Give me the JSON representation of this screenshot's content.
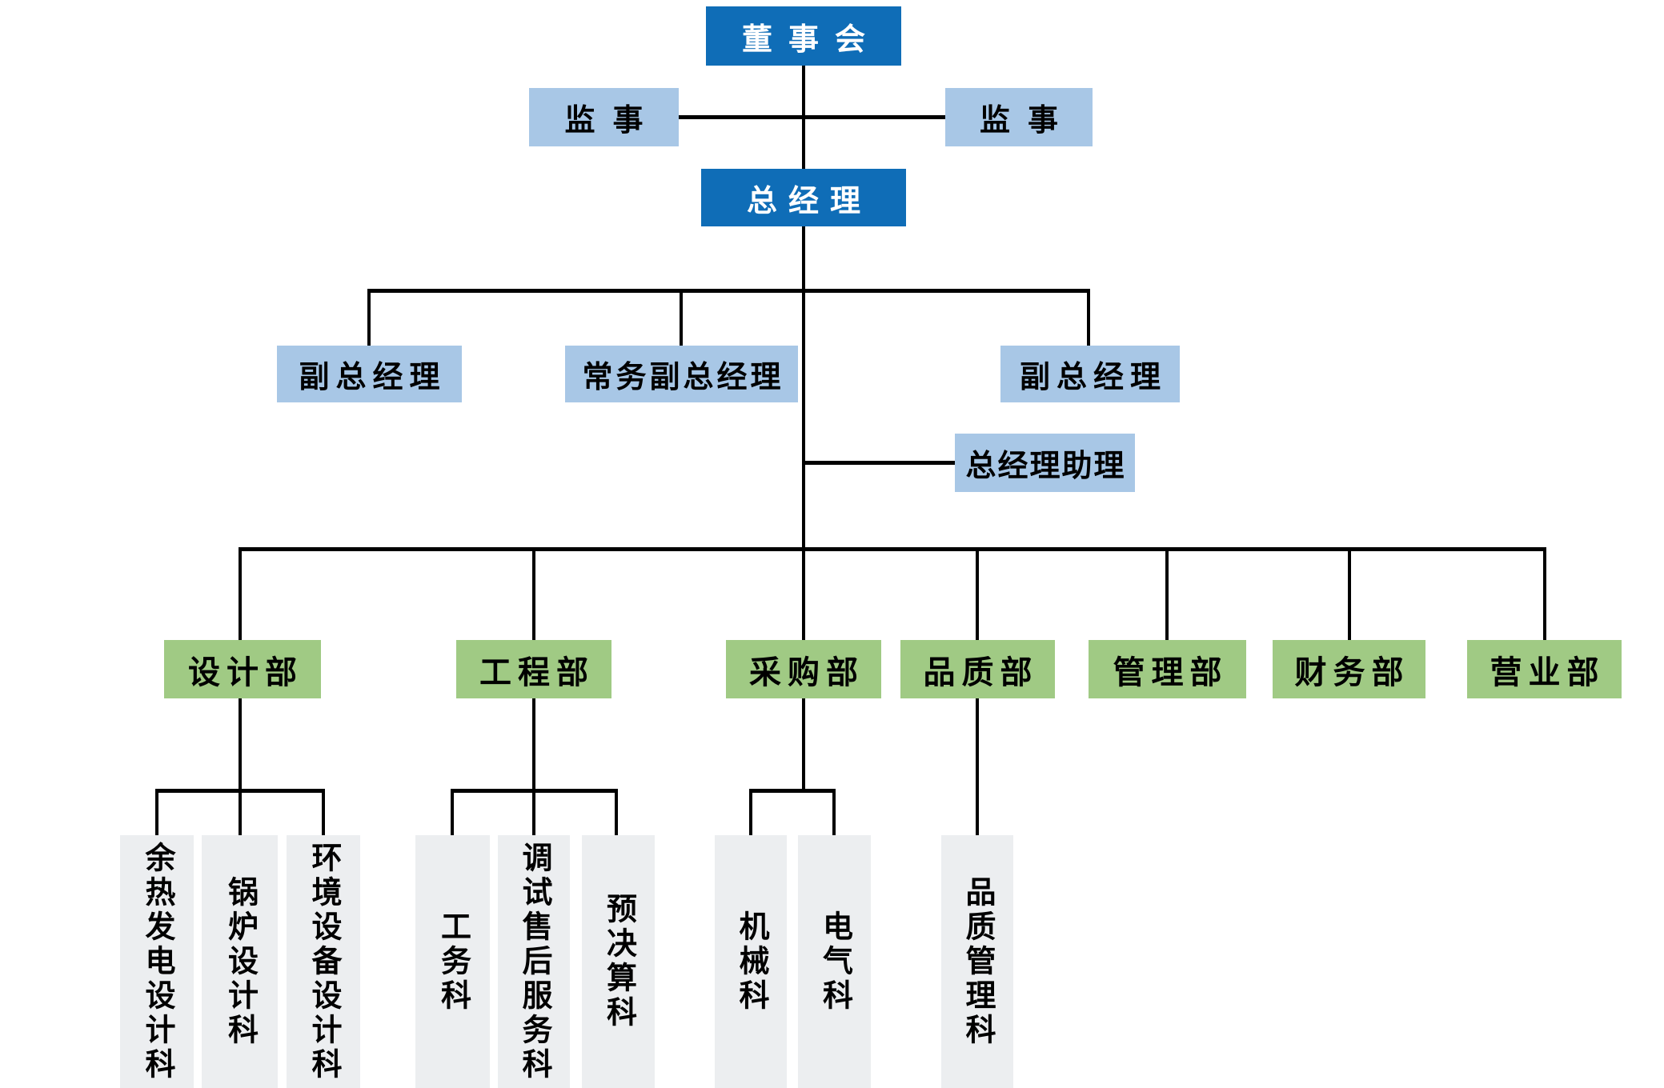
{
  "org": {
    "board": "董事会",
    "supervisors": [
      {
        "label": "监事"
      },
      {
        "label": "监事"
      }
    ],
    "general_manager": "总经理",
    "deputies": [
      {
        "label": "副总经理"
      },
      {
        "label": "常务副总经理"
      },
      {
        "label": "副总经理"
      }
    ],
    "gm_assistant": "总经理助理",
    "departments": [
      {
        "name": "设计部",
        "sections": [
          {
            "name": "余热发电设计科"
          },
          {
            "name": "锅炉设计科"
          },
          {
            "name": "环境设备设计科"
          }
        ]
      },
      {
        "name": "工程部",
        "sections": [
          {
            "name": "工务科"
          },
          {
            "name": "调试售后服务科"
          },
          {
            "name": "预决算科"
          }
        ]
      },
      {
        "name": "采购部",
        "sections": [
          {
            "name": "机械科"
          },
          {
            "name": "电气科"
          }
        ]
      },
      {
        "name": "品质部",
        "sections": [
          {
            "name": "品质管理科"
          }
        ]
      },
      {
        "name": "管理部",
        "sections": []
      },
      {
        "name": "财务部",
        "sections": []
      },
      {
        "name": "营业部",
        "sections": []
      }
    ],
    "colors": {
      "primary_box": "#0F6DB7",
      "secondary_box": "#A8C7E6",
      "department_box": "#A0CA84",
      "section_box": "#ECEEF0",
      "connector": "#000000",
      "background": "#FFFFFF"
    }
  }
}
